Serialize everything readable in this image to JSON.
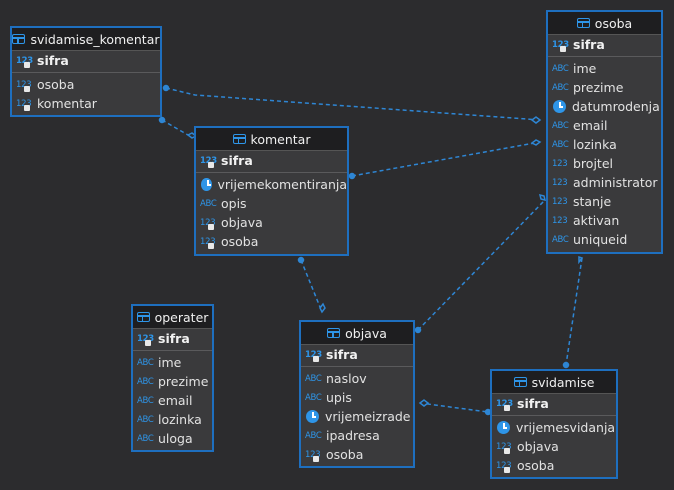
{
  "tables": {
    "svidamise_komentar": {
      "title": "svidamise_komentar",
      "rows": [
        {
          "type": "123",
          "name": "sifra",
          "pk": true,
          "key": true
        },
        {
          "type": "123",
          "name": "osoba",
          "key": true
        },
        {
          "type": "123",
          "name": "komentar",
          "key": true
        }
      ]
    },
    "osoba": {
      "title": "osoba",
      "rows": [
        {
          "type": "123",
          "name": "sifra",
          "pk": true,
          "key": true
        },
        {
          "type": "ABC",
          "name": "ime"
        },
        {
          "type": "ABC",
          "name": "prezime"
        },
        {
          "type": "clock",
          "name": "datumrodenja"
        },
        {
          "type": "ABC",
          "name": "email"
        },
        {
          "type": "ABC",
          "name": "lozinka"
        },
        {
          "type": "123",
          "name": "brojtel"
        },
        {
          "type": "123",
          "name": "administrator"
        },
        {
          "type": "123",
          "name": "stanje"
        },
        {
          "type": "123",
          "name": "aktivan"
        },
        {
          "type": "ABC",
          "name": "uniqueid"
        }
      ]
    },
    "komentar": {
      "title": "komentar",
      "rows": [
        {
          "type": "123",
          "name": "sifra",
          "pk": true,
          "key": true
        },
        {
          "type": "clock",
          "name": "vrijemekomentiranja"
        },
        {
          "type": "ABC",
          "name": "opis"
        },
        {
          "type": "123",
          "name": "objava",
          "key": true
        },
        {
          "type": "123",
          "name": "osoba",
          "key": true
        }
      ]
    },
    "operater": {
      "title": "operater",
      "rows": [
        {
          "type": "123",
          "name": "sifra",
          "pk": true,
          "key": true
        },
        {
          "type": "ABC",
          "name": "ime"
        },
        {
          "type": "ABC",
          "name": "prezime"
        },
        {
          "type": "ABC",
          "name": "email"
        },
        {
          "type": "ABC",
          "name": "lozinka"
        },
        {
          "type": "ABC",
          "name": "uloga"
        }
      ]
    },
    "objava": {
      "title": "objava",
      "rows": [
        {
          "type": "123",
          "name": "sifra",
          "pk": true,
          "key": true
        },
        {
          "type": "ABC",
          "name": "naslov"
        },
        {
          "type": "ABC",
          "name": "upis"
        },
        {
          "type": "clock",
          "name": "vrijemeizrade"
        },
        {
          "type": "ABC",
          "name": "ipadresa"
        },
        {
          "type": "123",
          "name": "osoba",
          "key": true
        }
      ]
    },
    "svidamise": {
      "title": "svidamise",
      "rows": [
        {
          "type": "123",
          "name": "sifra",
          "pk": true,
          "key": true
        },
        {
          "type": "clock",
          "name": "vrijemesvidanja"
        },
        {
          "type": "123",
          "name": "objava",
          "key": true
        },
        {
          "type": "123",
          "name": "osoba",
          "key": true
        }
      ]
    }
  },
  "colors": {
    "accent": "#1e6fbf",
    "icon": "#2e95e8",
    "background": "#2c2c2e"
  }
}
